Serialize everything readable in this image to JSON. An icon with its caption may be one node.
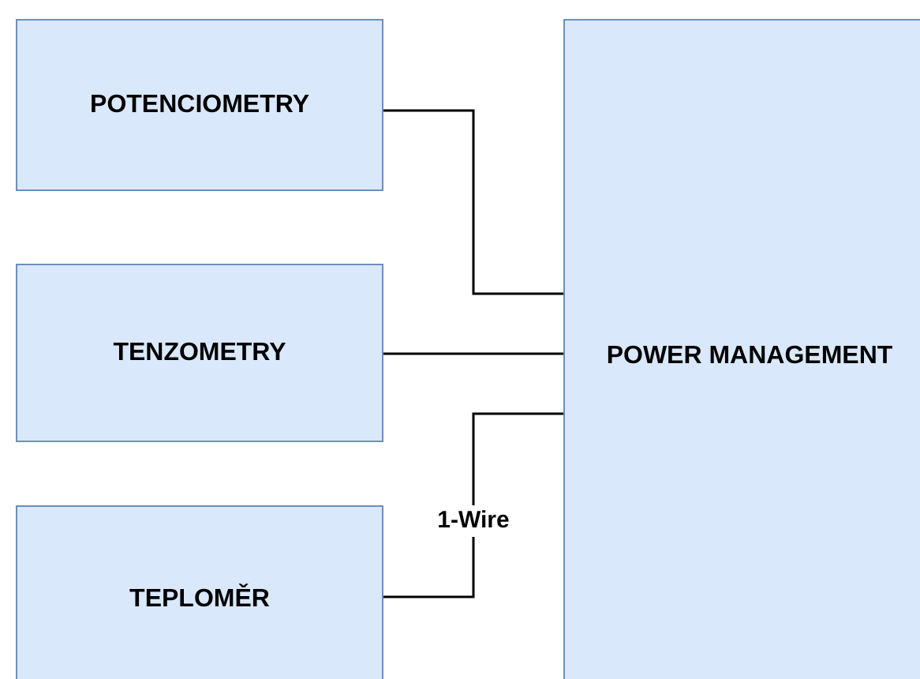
{
  "diagram": {
    "nodes": [
      {
        "text": [
          "POTENCIOMETRY"
        ]
      },
      {
        "text": [
          "TENZOMETRY"
        ]
      },
      {
        "text": [
          "TEPLOMĚR"
        ]
      },
      {
        "text": [
          "POWER MANAGEMENT"
        ]
      }
    ],
    "edges": [
      {
        "from": 0,
        "to": 3,
        "arrow": "none"
      },
      {
        "from": 1,
        "to": 3,
        "arrow": "none"
      },
      {
        "from": 2,
        "to": 3,
        "arrow": "none",
        "label": "1-Wire"
      }
    ]
  }
}
